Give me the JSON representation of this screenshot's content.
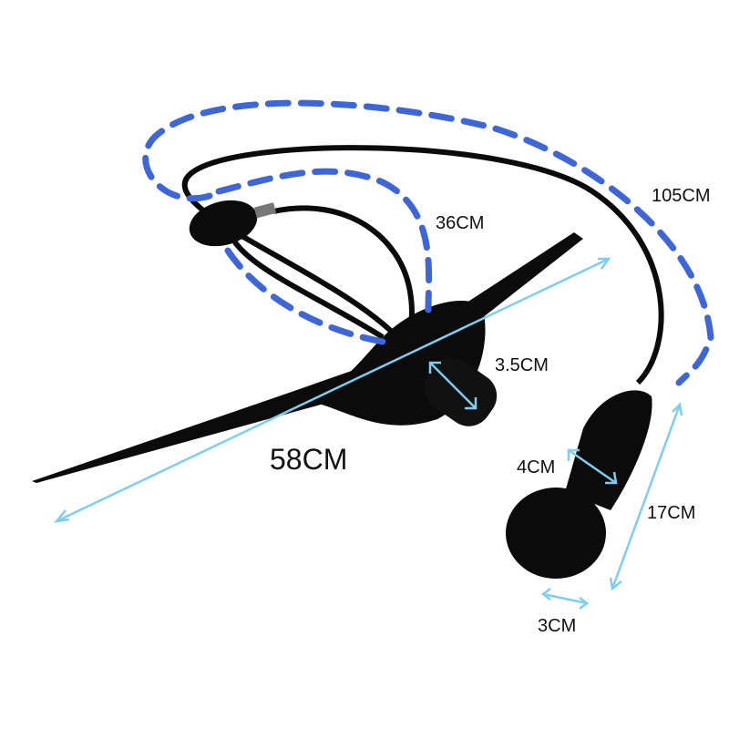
{
  "colors": {
    "product": "#0b0b0b",
    "dashed_annotation": "#3f66d6",
    "arrow_annotation": "#7fcdf0",
    "text": "#111111"
  },
  "dimensions": {
    "hose_length": "105CM",
    "pump_hose_length": "36CM",
    "gag_diameter": "3.5CM",
    "strap_length": "58CM",
    "plug_diameter": "4CM",
    "plug_length": "17CM",
    "base_width": "3CM"
  }
}
